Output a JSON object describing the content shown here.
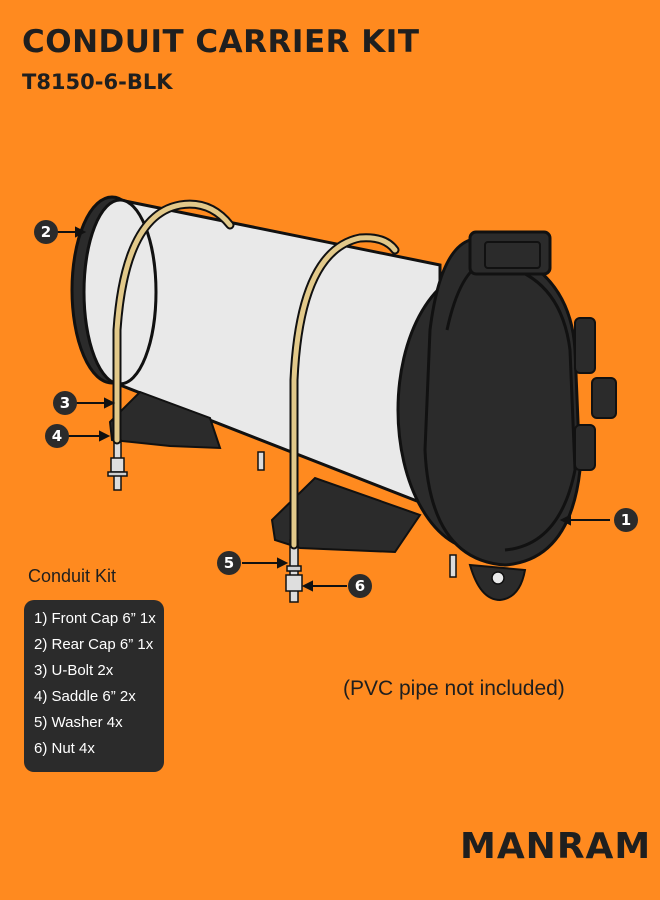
{
  "header": {
    "title": "CONDUIT CARRIER KIT",
    "model": "T8150-6-BLK"
  },
  "callouts": [
    "1",
    "2",
    "3",
    "4",
    "5",
    "6"
  ],
  "kit": {
    "title": "Conduit Kit",
    "items": [
      "1) Front Cap 6” 1x",
      "2) Rear Cap 6” 1x",
      "3) U-Bolt 2x",
      "4) Saddle 6” 2x",
      "5) Washer 4x",
      "6) Nut 4x"
    ]
  },
  "note": "(PVC pipe not included)",
  "brand": "MANRAM",
  "colors": {
    "background": "#FF8A1F",
    "dark": "#2b2b2b",
    "pipe": "#e9e9e9",
    "ubolt": "#e2c98a"
  }
}
